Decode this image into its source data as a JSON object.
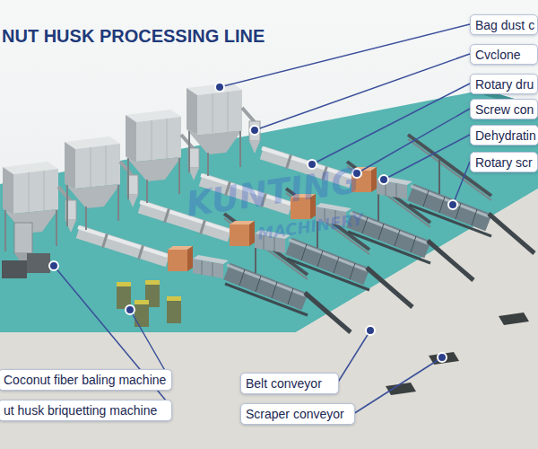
{
  "diagram": {
    "title": "NUT HUSK PROCESSING LINE",
    "nodes": [
      {
        "text": [
          "Bag dust c"
        ]
      },
      {
        "text": [
          "Cvclone"
        ]
      },
      {
        "text": [
          "Rotary dru"
        ]
      },
      {
        "text": [
          "Screw con"
        ]
      },
      {
        "text": [
          "Dehydratin"
        ]
      },
      {
        "text": [
          "Rotary scr"
        ]
      },
      {
        "text": [
          "Coconut fiber baling machine"
        ]
      },
      {
        "text": [
          "ut husk briquetting machine"
        ]
      },
      {
        "text": [
          "Belt conveyor"
        ]
      },
      {
        "text": [
          "Scraper conveyor"
        ]
      }
    ],
    "labels": [
      "KUNTING",
      "MACHINERY"
    ]
  }
}
